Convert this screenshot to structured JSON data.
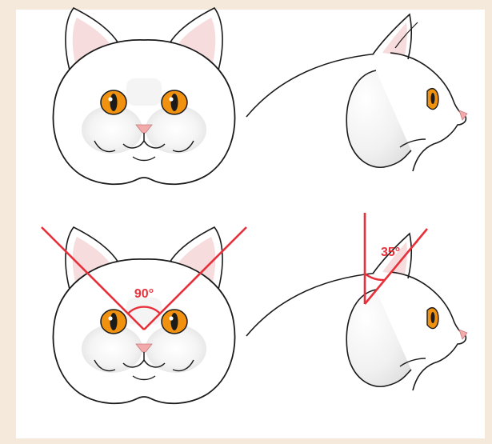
{
  "colors": {
    "background": "#f4e9da",
    "panel": "#ffffff",
    "outline": "#1b1b1b",
    "ear_inner": "#f6dcdc",
    "eye_iris": "#f0920f",
    "nose": "#f2aaaa",
    "guide_lines": "#e8303a"
  },
  "panels": [
    {
      "view": "front",
      "row": "top",
      "guides": false
    },
    {
      "view": "profile",
      "row": "top",
      "guides": false
    },
    {
      "view": "front",
      "row": "bottom",
      "guides": true
    },
    {
      "view": "profile",
      "row": "bottom",
      "guides": true
    }
  ],
  "annotations": {
    "front_angle": "90°",
    "profile_angle": "35°"
  }
}
